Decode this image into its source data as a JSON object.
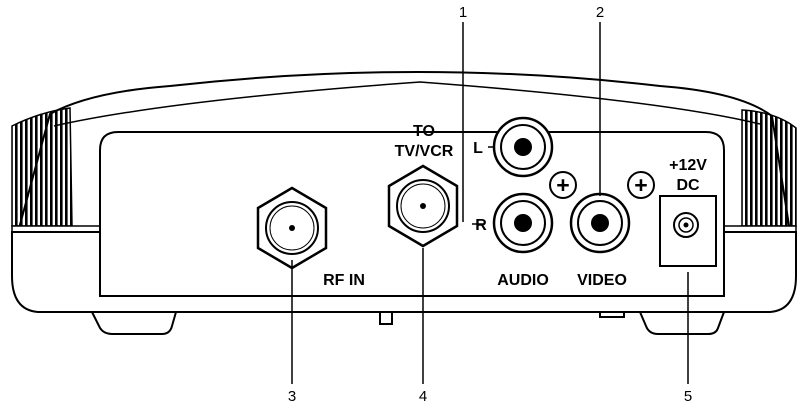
{
  "labels": {
    "to_tv_vcr_line1": "TO",
    "to_tv_vcr_line2": "TV/VCR",
    "audio_left": "L",
    "audio_right": "R",
    "rf_in": "RF IN",
    "audio": "AUDIO",
    "video": "VIDEO",
    "power_line1": "+12V",
    "power_line2": "DC",
    "plus_symbol": "+"
  },
  "callouts": {
    "c1": "1",
    "c2": "2",
    "c3": "3",
    "c4": "4",
    "c5": "5"
  },
  "colors": {
    "line": "#000000",
    "background": "#ffffff"
  }
}
